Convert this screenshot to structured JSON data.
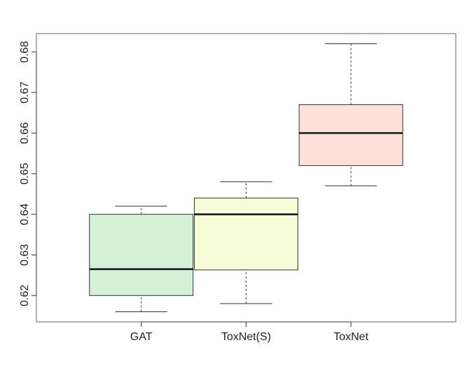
{
  "chart_data": {
    "type": "boxplot",
    "title": "",
    "xlabel": "",
    "ylabel": "",
    "ylim": [
      0.6135,
      0.6845
    ],
    "y_ticks": [
      0.62,
      0.63,
      0.64,
      0.65,
      0.66,
      0.67,
      0.68
    ],
    "y_tick_labels": [
      "0.62",
      "0.63",
      "0.64",
      "0.65",
      "0.66",
      "0.67",
      "0.68"
    ],
    "grid": false,
    "legend": "none",
    "categories": [
      "GAT",
      "ToxNet(S)",
      "ToxNet"
    ],
    "boxes": [
      {
        "category": "GAT",
        "min": 0.616,
        "q1": 0.62,
        "median": 0.6265,
        "q3": 0.64,
        "max": 0.642,
        "color": "#d4f0d6"
      },
      {
        "category": "ToxNet(S)",
        "min": 0.618,
        "q1": 0.6263,
        "median": 0.64,
        "q3": 0.644,
        "max": 0.648,
        "color": "#f6fbd8"
      },
      {
        "category": "ToxNet",
        "min": 0.647,
        "q1": 0.652,
        "median": 0.66,
        "q3": 0.667,
        "max": 0.682,
        "color": "#fde1da"
      }
    ]
  }
}
